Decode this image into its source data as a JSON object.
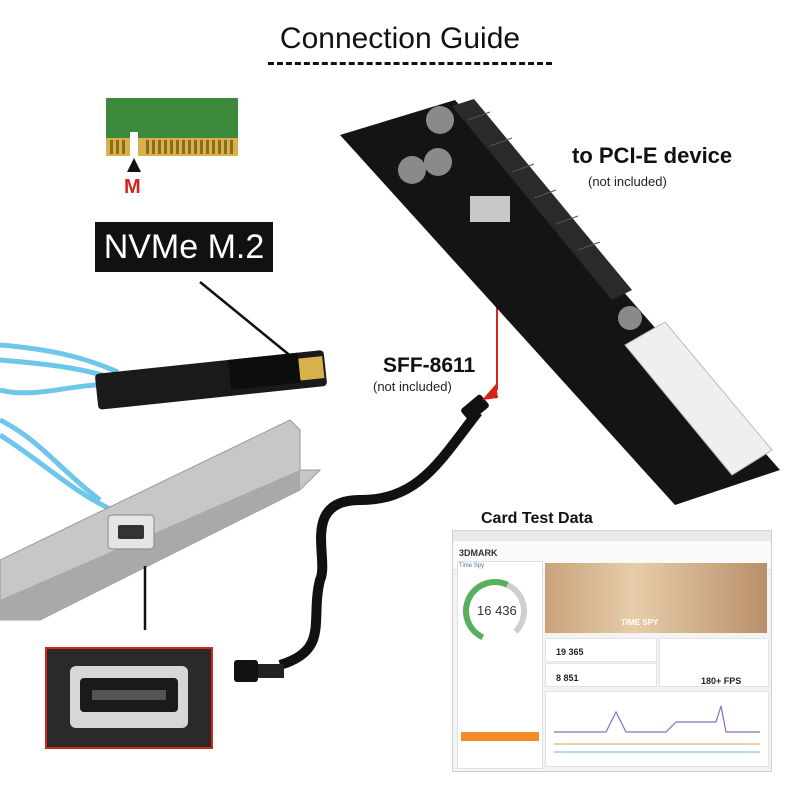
{
  "title": "Connection Guide",
  "m2": {
    "key_label": "M",
    "name": "NVMe M.2"
  },
  "pcie": {
    "label": "to PCI-E device",
    "note": "(not included)"
  },
  "sff": {
    "label": "SFF-8611",
    "note": "(not included)"
  },
  "card_test": {
    "heading": "Card Test Data",
    "app_name": "3DMARK",
    "test_name": "Time Spy",
    "overall_score": "16 436",
    "banner": "TIME SPY",
    "graphics_score": "19 365",
    "cpu_score": "8 851",
    "fps": "180+ FPS"
  },
  "colors": {
    "accent_red": "#d8231b",
    "label_bg": "#111111",
    "score_green": "#57b05c",
    "button_orange": "#f58a2a"
  }
}
